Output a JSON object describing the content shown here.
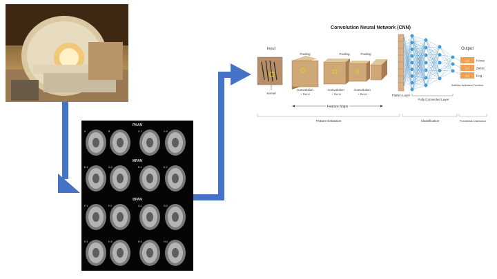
{
  "colors": {
    "arrow": "#4472c4",
    "fmap": "#c8a070",
    "output": "#f0a050",
    "node": "#3aa0d8",
    "line": "#2a7ab8"
  },
  "scans": {
    "groups": [
      {
        "title": "PKAN",
        "labels": [
          "A",
          "B",
          "C-1",
          "C-2"
        ]
      },
      {
        "title": "MPAN",
        "labels": [
          "D-1",
          "D-2",
          "E-1",
          "E-2"
        ]
      },
      {
        "title": "BPAN",
        "labels": [
          "F-1",
          "F-2",
          "G-1",
          "G-2"
        ]
      },
      {
        "title": "",
        "labels": [
          "H-1",
          "H-2",
          "H-3",
          "H-4"
        ]
      }
    ]
  },
  "cnn": {
    "title": "Convolution Neural Network (CNN)",
    "input": "Input",
    "kernel": "Kernel",
    "pooling": [
      "Pooling",
      "Pooling",
      "Pooling"
    ],
    "convolution": [
      "Convolution",
      "Convolution",
      "Convolution"
    ],
    "relu": "+ ReLU",
    "feature_maps": "Feature Maps",
    "flatten": "Flatten Layer",
    "fully_connected": "Fully Connected Layer",
    "output": "Output",
    "output_values": [
      "0.2",
      "0.7",
      "0.1"
    ],
    "classes": [
      "Horse",
      "Zebra",
      "Dog"
    ],
    "softmax": "SoftMax Activation Function",
    "sections": [
      "Feature Extraction",
      "Classification",
      "Probabilistic Distribution"
    ]
  }
}
